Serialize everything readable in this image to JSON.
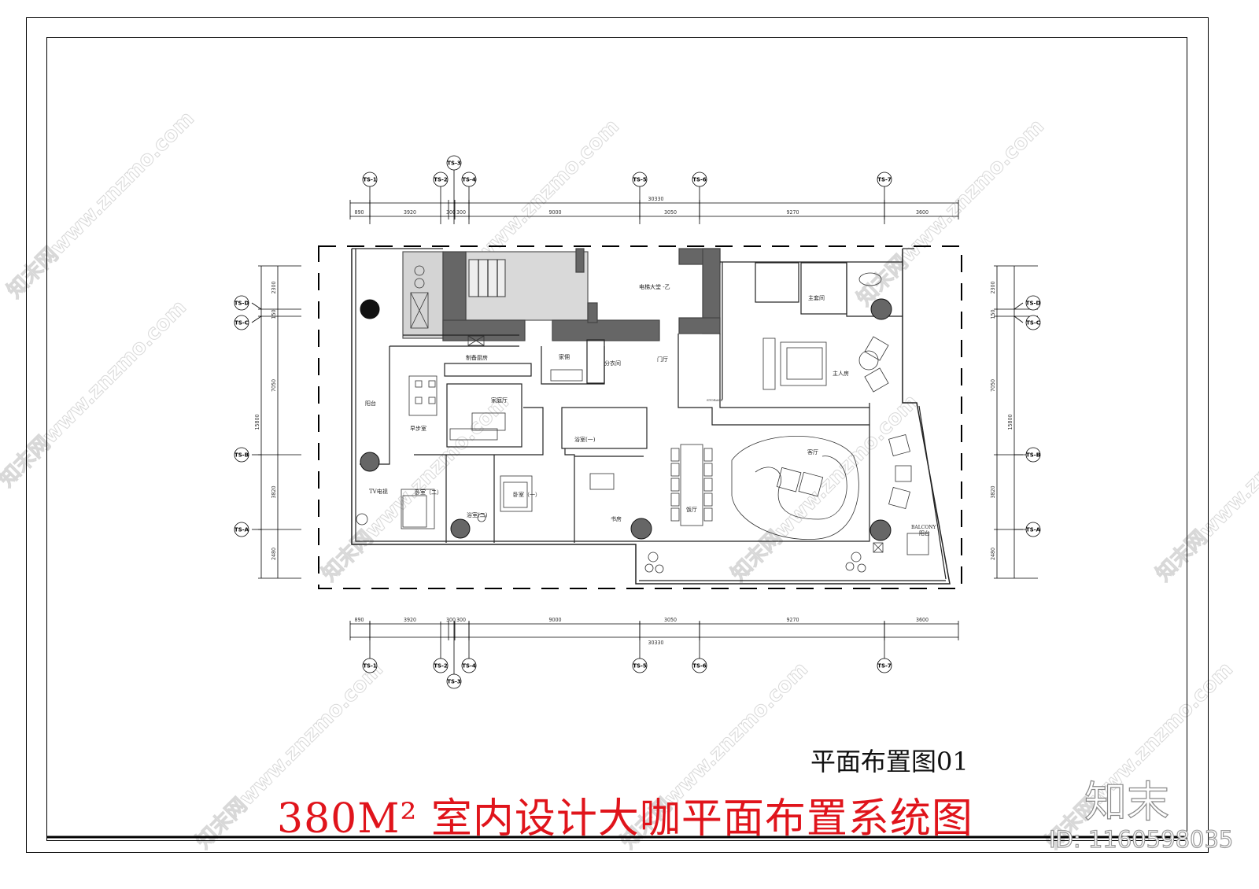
{
  "drawing": {
    "subtitle": "平面布置图01",
    "title": "380M² 室内设计大咖平面布置系统图",
    "logo": "知末",
    "id_label": "ID: 1160598035",
    "watermark": "知末网www.znzmo.com",
    "accent_color": "#e0141b"
  },
  "axes": {
    "columns": [
      "TS-1",
      "TS-2",
      "TS-3",
      "TS-4",
      "TS-5",
      "TS-6",
      "TS-7"
    ],
    "rows": [
      "TS-D",
      "TS-C",
      "TS-B",
      "TS-A"
    ]
  },
  "dimensions": {
    "horizontal_total": "30330",
    "horizontal": [
      "890",
      "3920",
      "300",
      "300",
      "9000",
      "3050",
      "9270",
      "3600"
    ],
    "vertical_total": "15800",
    "vertical": [
      "2300",
      "150",
      "7050",
      "3820",
      "2480"
    ]
  },
  "rooms": {
    "elevator_lobby": "电梯大堂 -乙",
    "kitchen": "制备厨房",
    "maid_room": "家佣",
    "laundry": "分衣间",
    "foyer": "门厅",
    "balcony_west": "阳台",
    "breakfast": "早步室",
    "family_hall": "家庭厅",
    "bath_1": "浴室(一)",
    "bedroom_2": "卧室（二）",
    "tv": "TV电视",
    "bath_2": "浴室(二)",
    "bedroom_1": "卧室（一）",
    "study": "书房",
    "dining": "饭厅",
    "living": "客厅",
    "master_suite": "主套间",
    "master_bedroom": "主人房",
    "balcony_en": "BALCONY",
    "balcony_cn": "阳台",
    "storage": "STORAGE"
  }
}
